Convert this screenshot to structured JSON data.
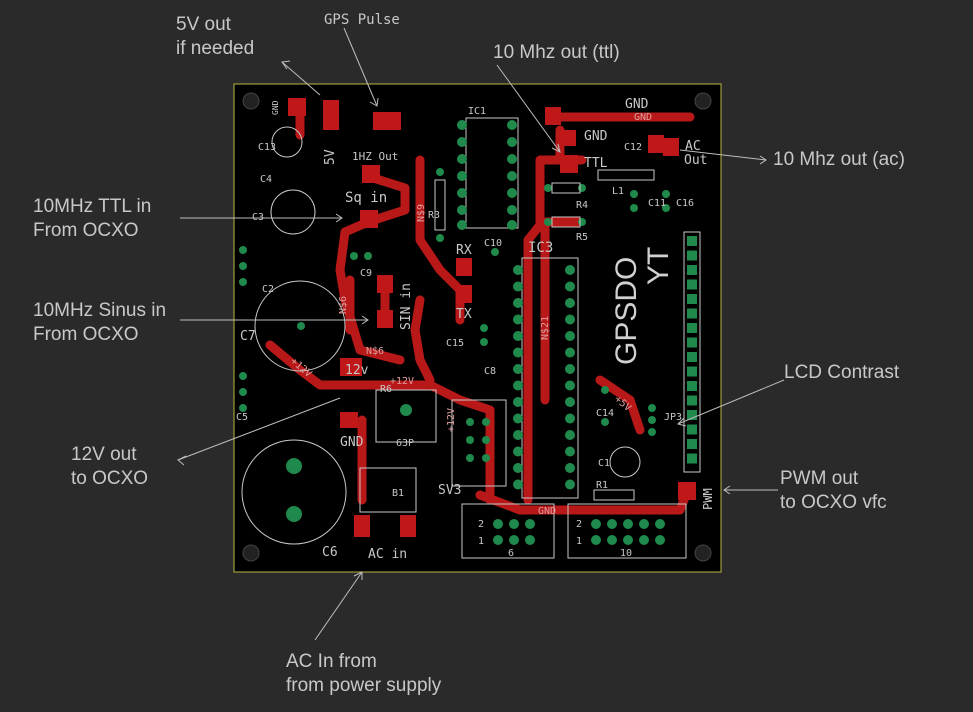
{
  "annotations": {
    "five_v_out": [
      "5V out",
      "if needed"
    ],
    "gps_pulse": "GPS Pulse",
    "ten_mhz_out_ttl": "10 Mhz out (ttl)",
    "ten_mhz_out_ac": "10 Mhz out (ac)",
    "ttl_in": [
      "10MHz TTL in",
      "From OCXO"
    ],
    "sinus_in": [
      "10MHz Sinus in",
      "From OCXO"
    ],
    "twelve_v_out": [
      "12V out",
      "to OCXO"
    ],
    "lcd_contrast": "LCD Contrast",
    "pwm_out": [
      "PWM out",
      "to OCXO vfc"
    ],
    "ac_in": [
      "AC In from",
      "from power supply"
    ]
  },
  "board": {
    "title": "GPSDO",
    "initials": "YT",
    "pads": {
      "gnd_top": "GND",
      "gnd_mid": "GND",
      "ttl": "TTL",
      "ac": "AC",
      "out": "Out",
      "one_hz_out": "1HZ Out",
      "sq_in": "Sq in",
      "sin_in": "SIN in",
      "rx": "RX",
      "tx": "TX",
      "twelve_v": "12v",
      "gnd_lower": "GND",
      "ac_in": "AC in",
      "five_v": "5V",
      "gnd_small": "GND",
      "pwm": "PWM"
    },
    "parts": [
      "IC1",
      "IC3",
      "C1",
      "C2",
      "C3",
      "C4",
      "C5",
      "C6",
      "C7",
      "C8",
      "C9",
      "C10",
      "C11",
      "C12",
      "C13",
      "C14",
      "C15",
      "C16",
      "R1",
      "R3",
      "R4",
      "R5",
      "R6",
      "L1",
      "B1",
      "SV3",
      "JP3",
      "63P"
    ],
    "copper_labels": [
      "GND",
      "+12V",
      "+12V",
      "N$6",
      "N$6",
      "N$9",
      "N$21",
      "+5V",
      "GND",
      "+12V"
    ],
    "header_numbers": [
      "2",
      "1",
      "6",
      "2",
      "1",
      "10"
    ]
  },
  "colors": {
    "background": "#2a2a2a",
    "board": "#000000",
    "copper": "#c01818",
    "pad": "#1f8a4c",
    "silkscreen": "#c8c8c8"
  }
}
